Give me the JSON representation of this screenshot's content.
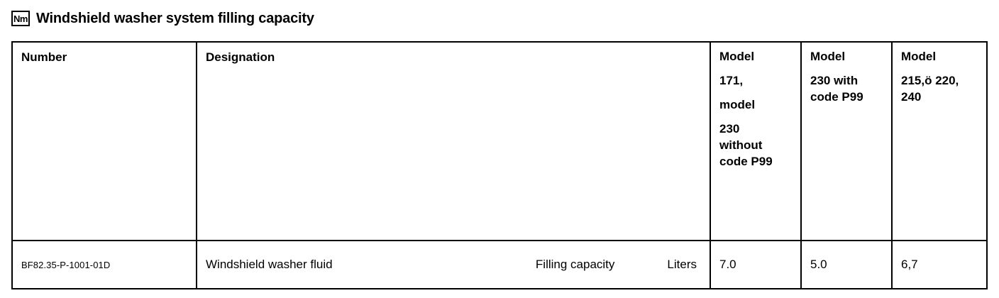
{
  "header": {
    "badge_label": "Nm",
    "badge_icon": "torque-nm-icon",
    "title": "Windshield washer system filling capacity"
  },
  "table": {
    "columns": [
      {
        "key": "number",
        "label": "Number"
      },
      {
        "key": "designation",
        "label": "Designation"
      },
      {
        "key": "model_1",
        "lines": [
          "Model",
          "171,",
          "model",
          "230",
          "without",
          "code P99"
        ]
      },
      {
        "key": "model_2",
        "lines": [
          "Model",
          "230 with",
          "code P99"
        ]
      },
      {
        "key": "model_3",
        "lines": [
          "Model",
          "215,ö 220,",
          "240"
        ]
      }
    ],
    "rows": [
      {
        "number": "BF82.35-P-1001-01D",
        "designation": "Windshield washer fluid",
        "measure": "Filling capacity",
        "unit": "Liters",
        "model_1": "7.0",
        "model_2": "5.0",
        "model_3": "6,7"
      }
    ]
  },
  "colors": {
    "border": "#000000",
    "text": "#000000",
    "background": "#ffffff"
  }
}
